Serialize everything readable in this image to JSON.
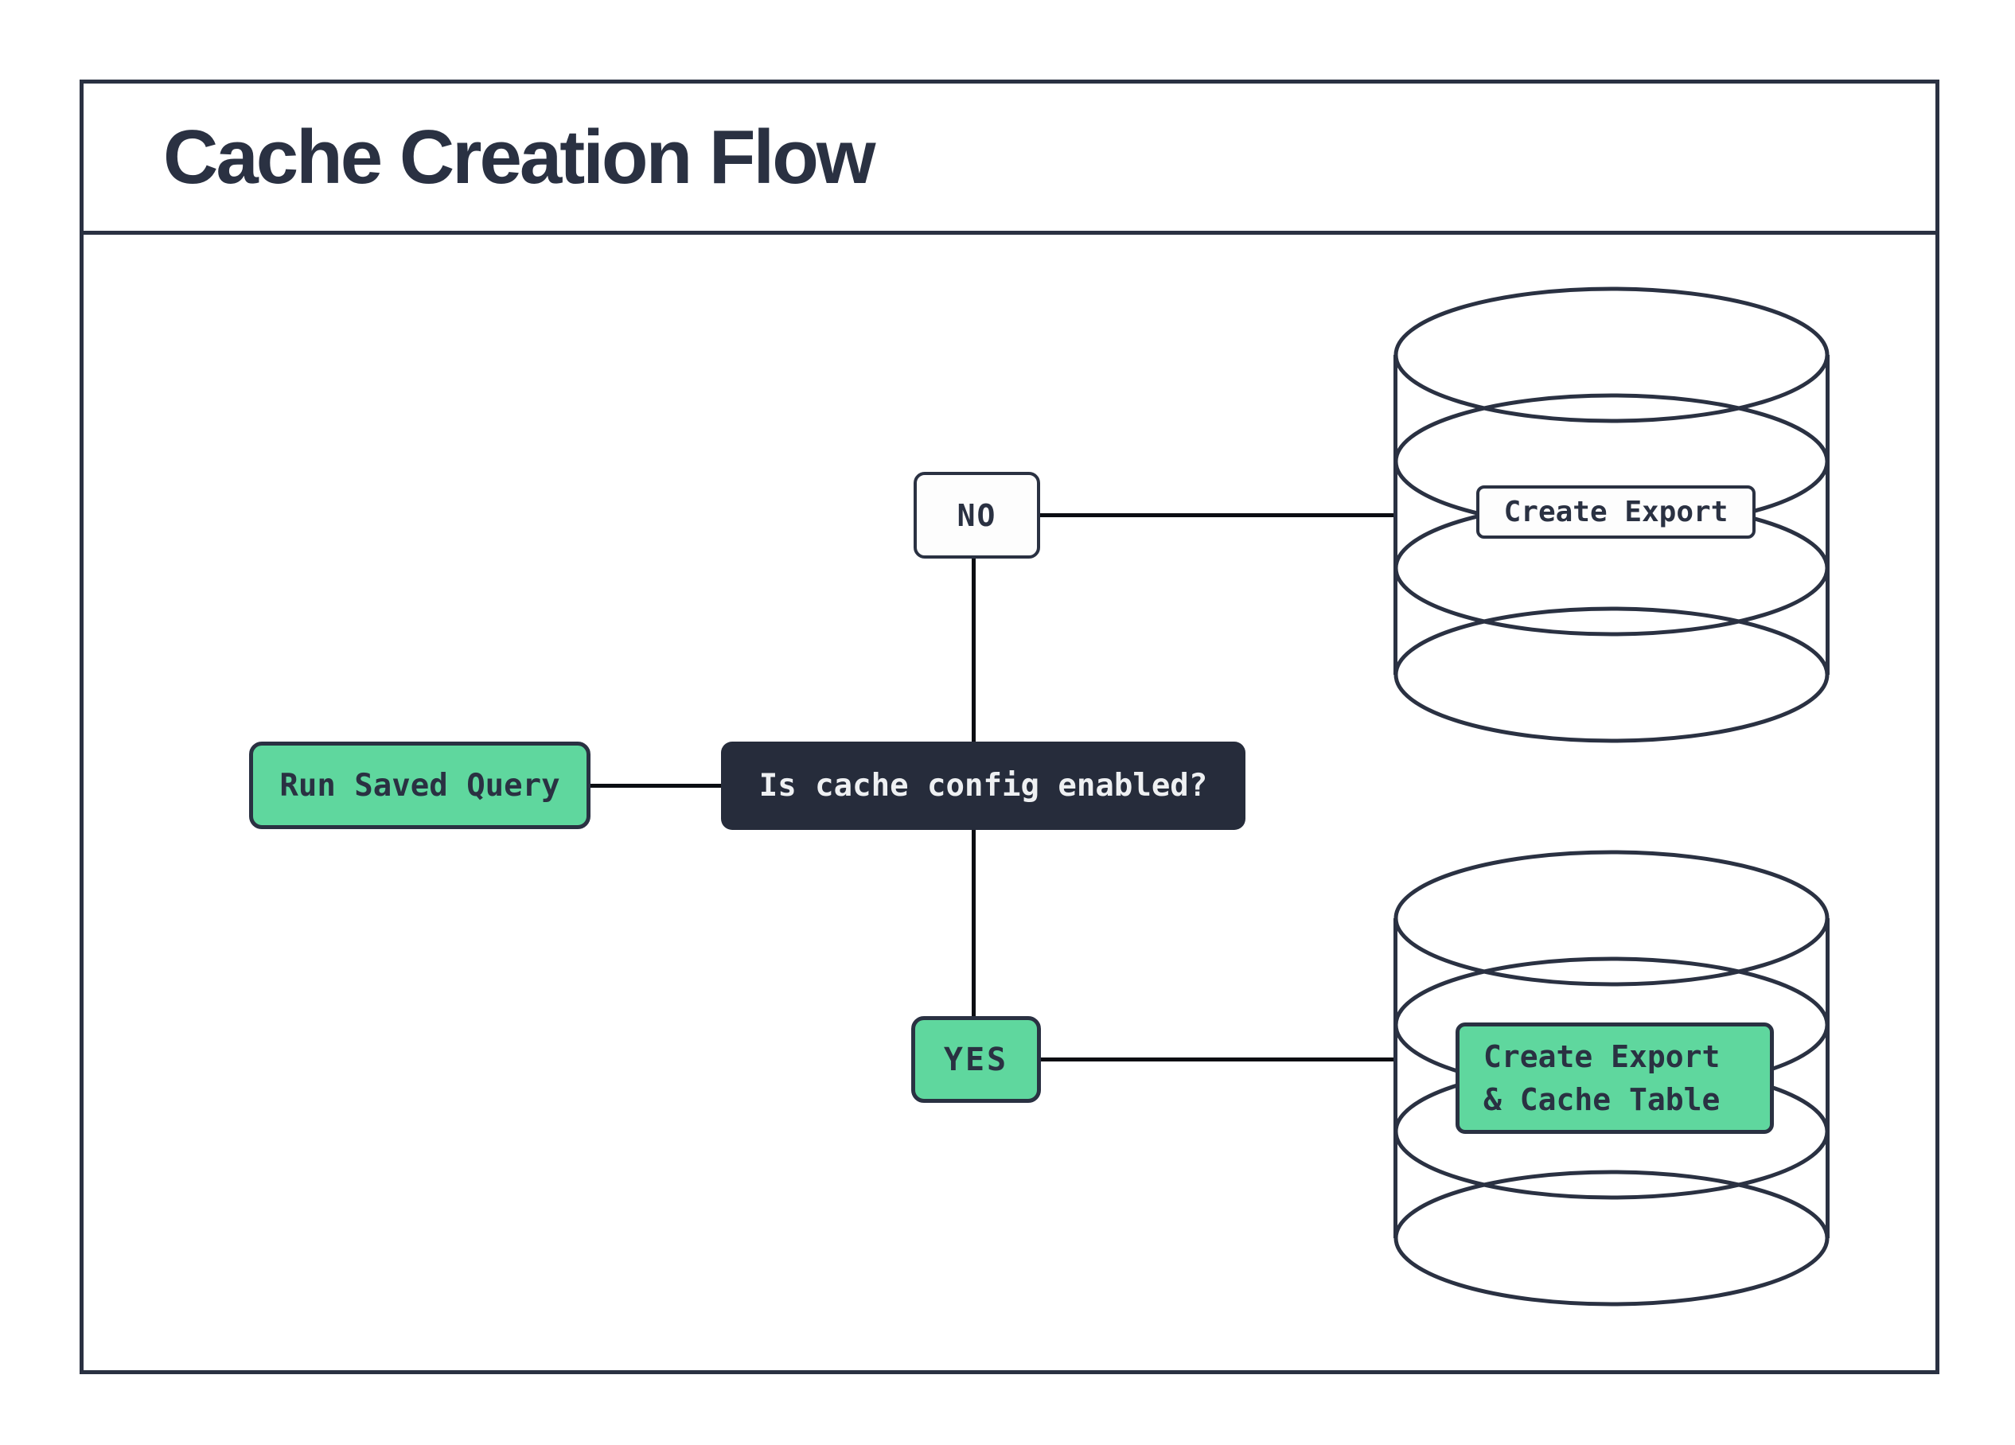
{
  "title": "Cache Creation Flow",
  "nodes": {
    "start": {
      "label": "Run Saved Query"
    },
    "decision": {
      "label": "Is cache config enabled?"
    },
    "no_branch": {
      "label": "NO"
    },
    "yes_branch": {
      "label": "YES"
    },
    "export_db": {
      "label": "Create Export"
    },
    "cache_db": {
      "lines": [
        "Create Export",
        "& Cache Table"
      ]
    }
  },
  "icons": {
    "top": "database-icon",
    "bottom": "database-icon"
  },
  "colors": {
    "accent_green": "#5fd79e",
    "navy": "#2a3142",
    "decision_fill": "#262c3b",
    "decision_text": "#eef0f2",
    "connector": "#0b0d12",
    "background": "#ffffff"
  }
}
